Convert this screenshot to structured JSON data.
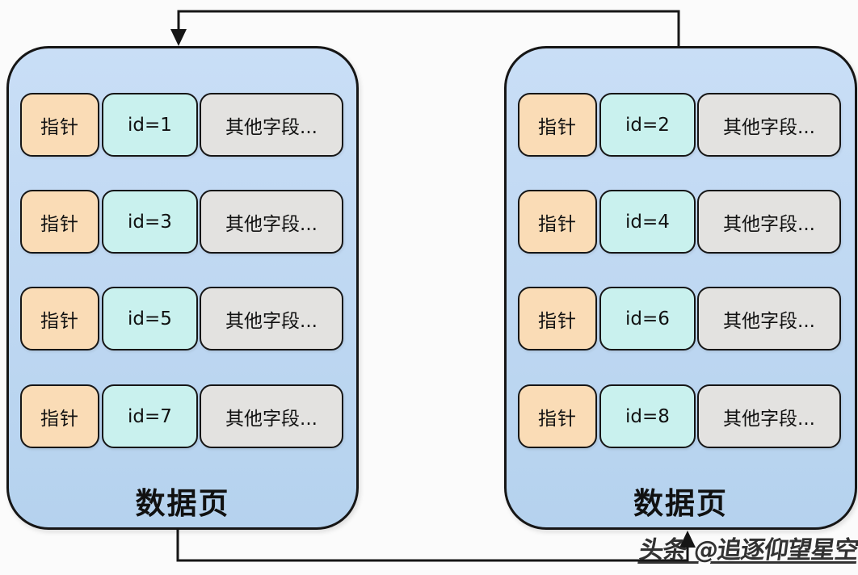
{
  "watermark": "头条 @追逐仰望星空",
  "colors": {
    "canvas-bg": "#fbfbfb",
    "page-fill-top": "#c9def6",
    "page-fill-bottom": "#b5d2ee",
    "pointer-fill": "#fadcb6",
    "id-fill": "#c9f1ee",
    "other-fill": "#e3e2e0",
    "line": "#161616"
  },
  "pages": [
    {
      "label": "数据页",
      "rows": [
        {
          "pointer": "指针",
          "id": "id=1",
          "other": "其他字段..."
        },
        {
          "pointer": "指针",
          "id": "id=3",
          "other": "其他字段..."
        },
        {
          "pointer": "指针",
          "id": "id=5",
          "other": "其他字段..."
        },
        {
          "pointer": "指针",
          "id": "id=7",
          "other": "其他字段..."
        }
      ]
    },
    {
      "label": "数据页",
      "rows": [
        {
          "pointer": "指针",
          "id": "id=2",
          "other": "其他字段..."
        },
        {
          "pointer": "指针",
          "id": "id=4",
          "other": "其他字段..."
        },
        {
          "pointer": "指针",
          "id": "id=6",
          "other": "其他字段..."
        },
        {
          "pointer": "指针",
          "id": "id=8",
          "other": "其他字段..."
        }
      ]
    }
  ]
}
